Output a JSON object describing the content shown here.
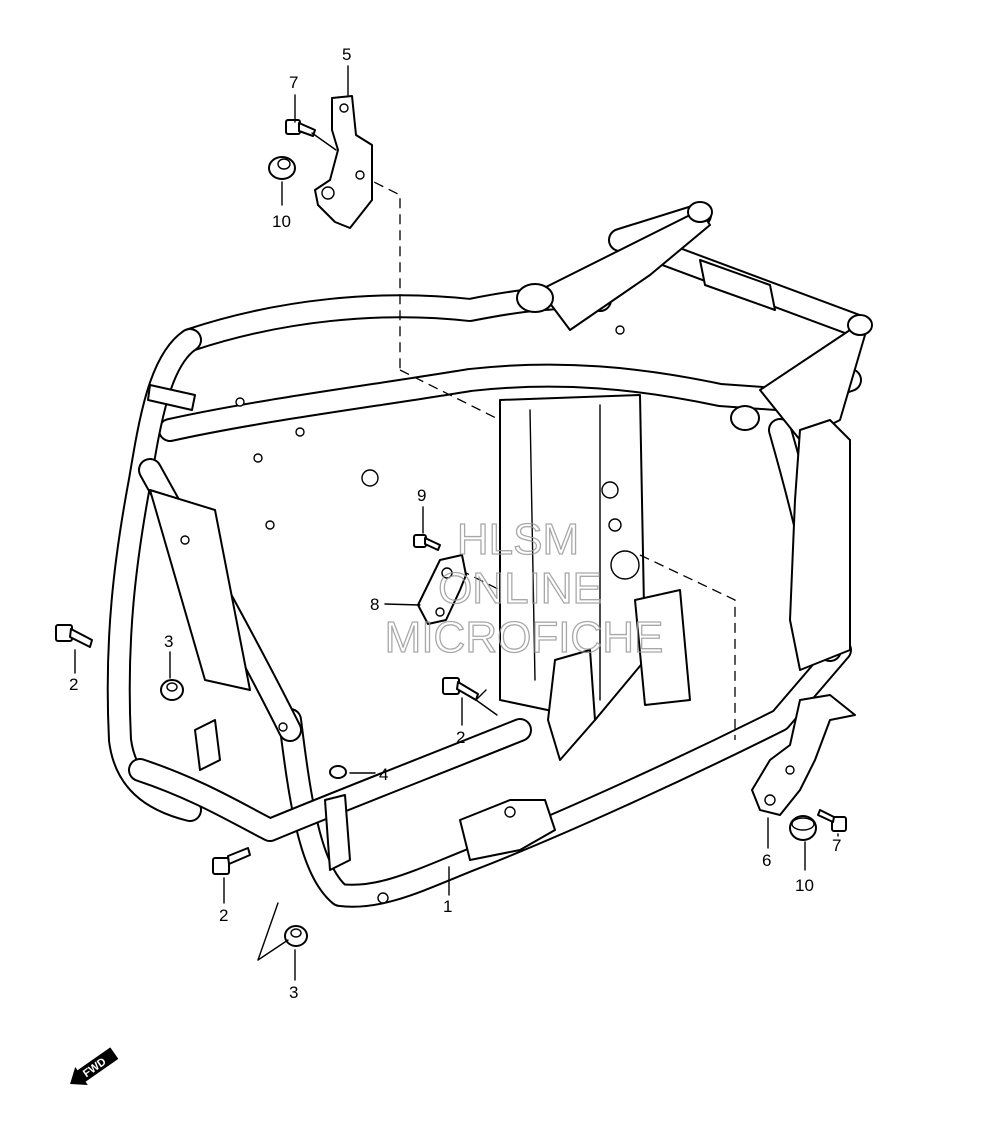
{
  "diagram": {
    "callouts": [
      {
        "id": "c1",
        "label": "1"
      },
      {
        "id": "c2a",
        "label": "2"
      },
      {
        "id": "c2b",
        "label": "2"
      },
      {
        "id": "c2c",
        "label": "2"
      },
      {
        "id": "c3a",
        "label": "3"
      },
      {
        "id": "c3b",
        "label": "3"
      },
      {
        "id": "c4",
        "label": "4"
      },
      {
        "id": "c5",
        "label": "5"
      },
      {
        "id": "c6",
        "label": "6"
      },
      {
        "id": "c7a",
        "label": "7"
      },
      {
        "id": "c7b",
        "label": "7"
      },
      {
        "id": "c8",
        "label": "8"
      },
      {
        "id": "c9",
        "label": "9"
      },
      {
        "id": "c10a",
        "label": "10"
      },
      {
        "id": "c10b",
        "label": "10"
      }
    ],
    "watermark": {
      "line1": "HLSM",
      "line2": "ONLINE",
      "line3": "MICROFICHE"
    },
    "fwd_badge": "FWD"
  }
}
